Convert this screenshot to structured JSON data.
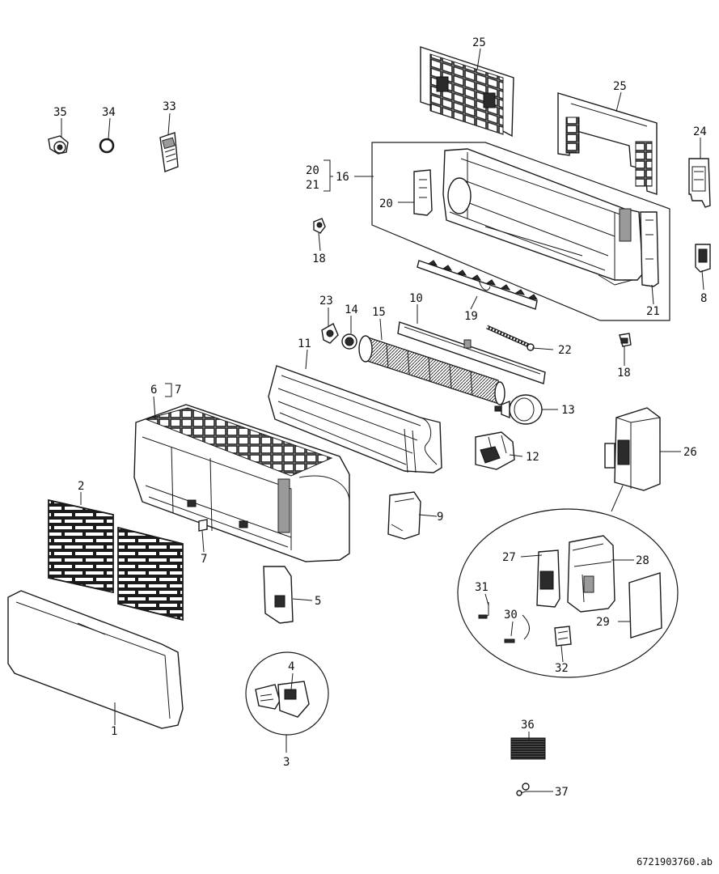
{
  "diagram": {
    "title": "Exploded parts view — split-type indoor air-conditioning unit",
    "drawing_number": "6721903760.ab",
    "callouts": {
      "p1": "1",
      "p2": "2",
      "p3": "3",
      "p4": "4",
      "p5": "5",
      "p6": "6",
      "p6_7": "7",
      "p7": "7",
      "p8": "8",
      "p9": "9",
      "p10": "10",
      "p11": "11",
      "p12": "12",
      "p13": "13",
      "p14": "14",
      "p15": "15",
      "p16": "16",
      "p16_20": "20",
      "p16_21": "21",
      "p18a": "18",
      "p18b": "18",
      "p19": "19",
      "p20": "20",
      "p21": "21",
      "p22": "22",
      "p23": "23",
      "p24": "24",
      "p25a": "25",
      "p25b": "25",
      "p26": "26",
      "p27": "27",
      "p28": "28",
      "p29": "29",
      "p30": "30",
      "p31": "31",
      "p32": "32",
      "p33": "33",
      "p34": "34",
      "p35": "35",
      "p36": "36",
      "p37": "37"
    }
  }
}
